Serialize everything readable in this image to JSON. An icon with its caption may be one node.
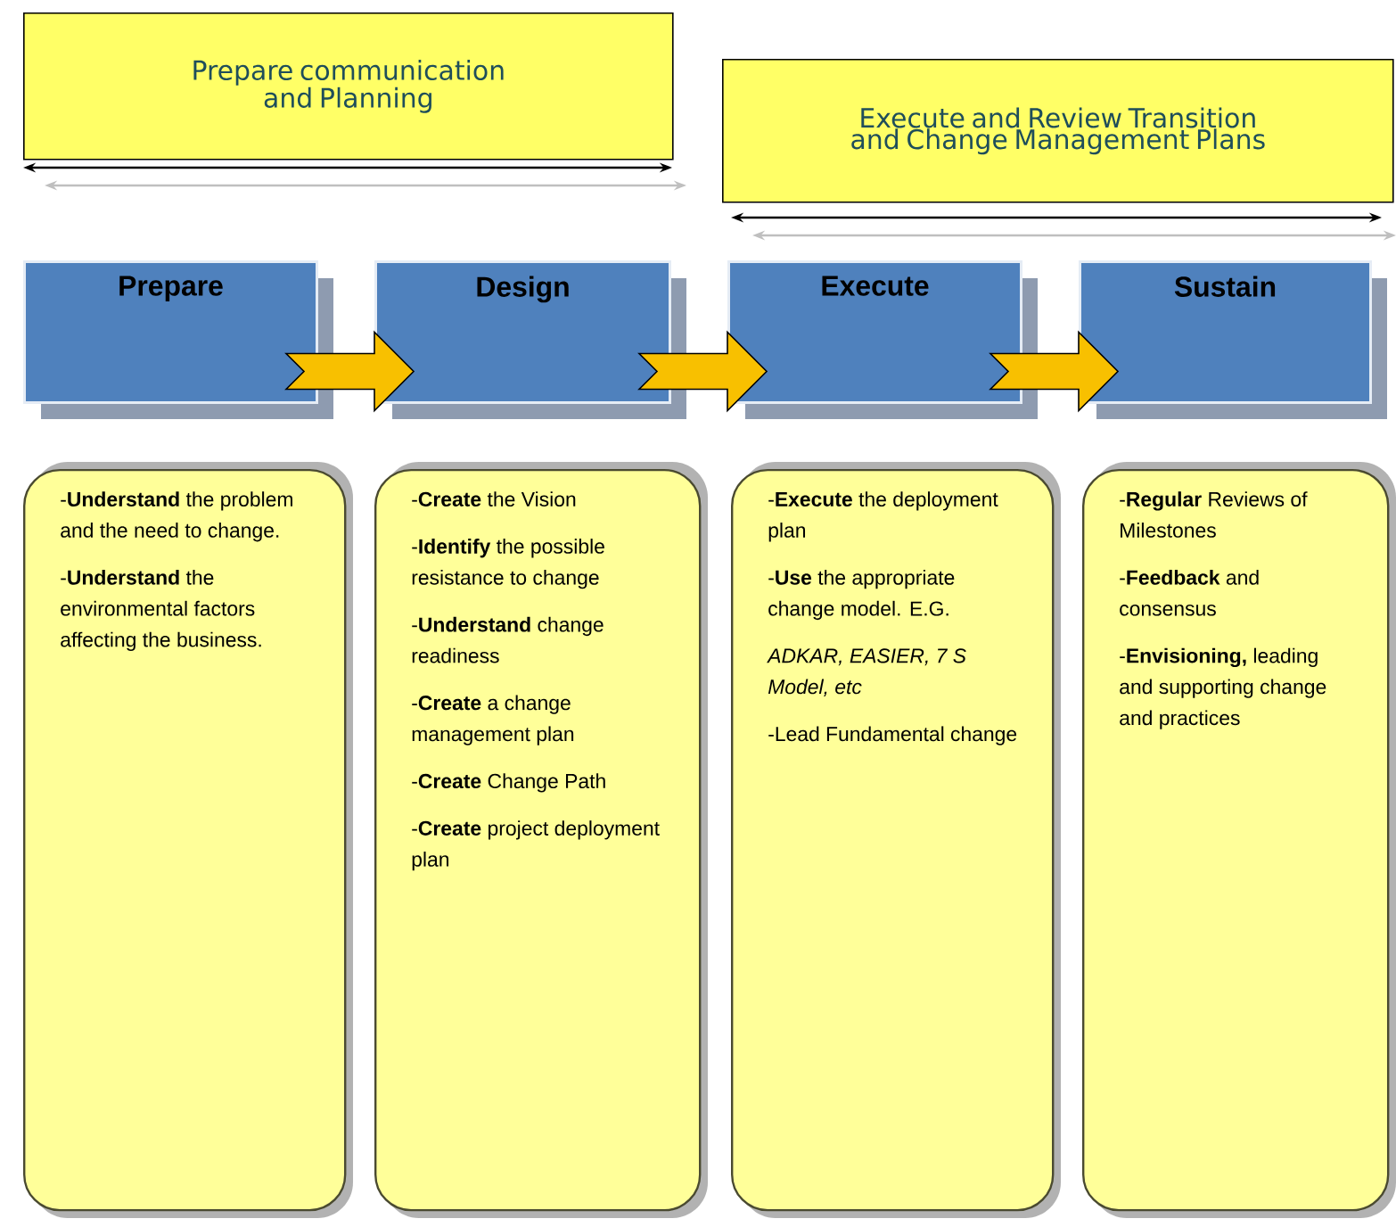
{
  "diagram": {
    "nodes": [
      {
        "text": [
          "Prepare communication and Planning"
        ]
      },
      {
        "text": [
          "Execute and Review Transition and Change Management Plans"
        ]
      },
      {
        "text": [
          "Prepare"
        ]
      },
      {
        "text": [
          "Design"
        ]
      },
      {
        "text": [
          "Execute"
        ]
      },
      {
        "text": [
          "Sustain"
        ]
      },
      {
        "text": [
          "-**Understand** the problem and the need to change.",
          "-**Understand** the environmental factors affecting the business."
        ]
      },
      {
        "text": [
          "-**Create** the Vision",
          "-**Identify** the possible resistance to change",
          "-**Understand** change readiness",
          "-**Create** a change management plan",
          "-**Create** Change Path",
          "-**Create** project deployment plan"
        ]
      },
      {
        "text": [
          "-**Execute** the deployment plan",
          "-**Use** the appropriate change model. E.G.",
          "*ADKAR, EASIER, 7 S Model, etc*",
          "-Lead Fundamental change"
        ]
      },
      {
        "text": [
          "-**Regular** Reviews of Milestones",
          "-**Feedback** and consensus",
          "-**Envisioning,** leading and supporting change and practices"
        ]
      }
    ],
    "edges": [
      {
        "from": 2,
        "to": 3,
        "arrow": "to"
      },
      {
        "from": 3,
        "to": 4,
        "arrow": "to"
      },
      {
        "from": 4,
        "to": 5,
        "arrow": "to"
      }
    ]
  }
}
